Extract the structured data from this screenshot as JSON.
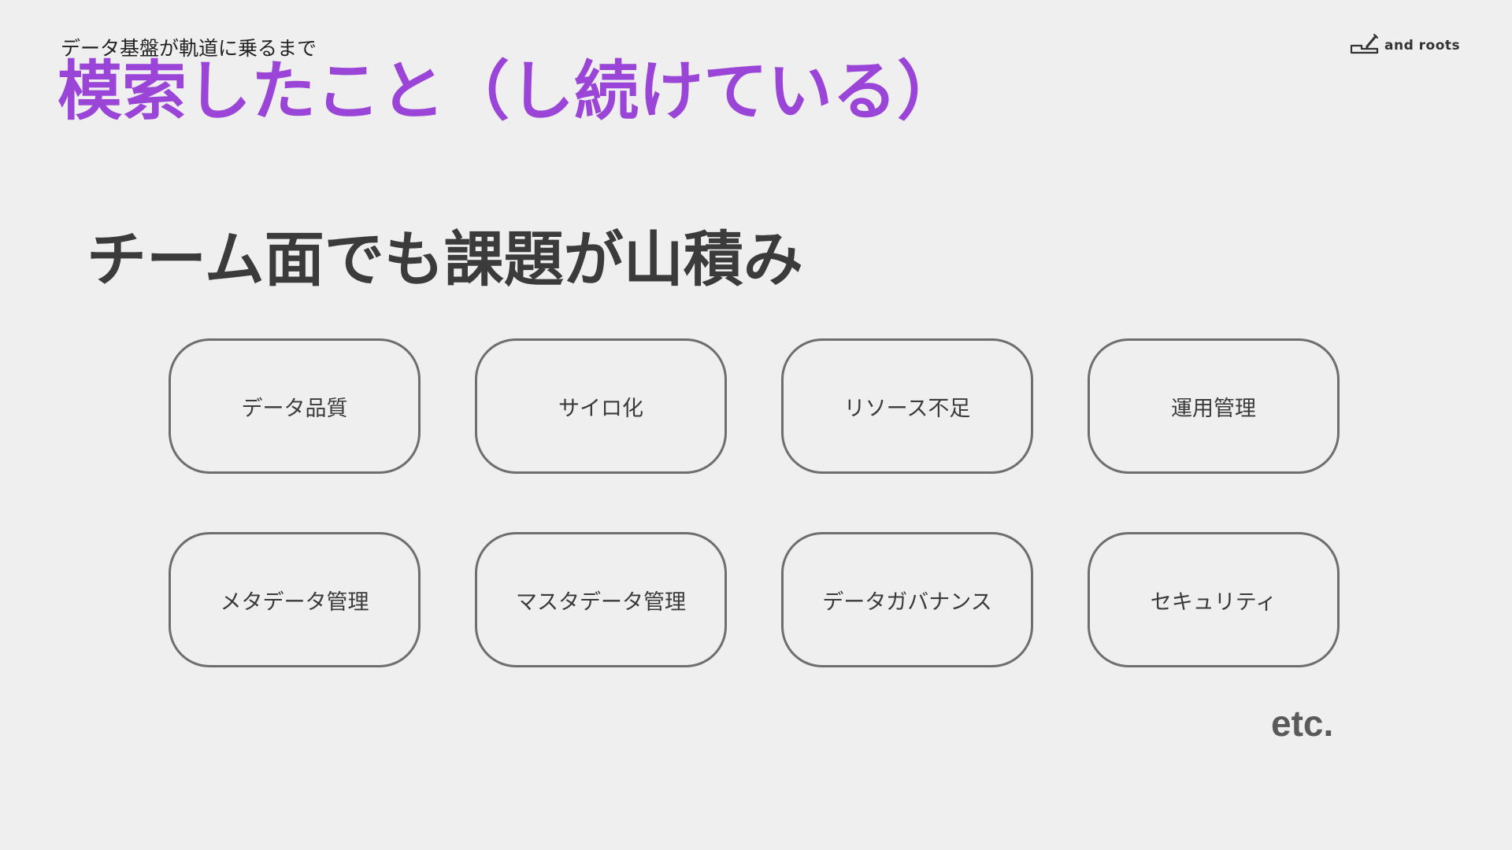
{
  "slide": {
    "breadcrumb": "データ基盤が軌道に乗るまで",
    "title": "模索したこと（し続けている）",
    "heading": "チーム面でも課題が山積み",
    "logo_text": "and roots",
    "logo_icon": "pen-on-tray-icon",
    "etc": "etc.",
    "accent_color": "#9b45d8"
  },
  "cards": [
    {
      "label": "データ品質"
    },
    {
      "label": "サイロ化"
    },
    {
      "label": "リソース不足"
    },
    {
      "label": "運用管理"
    },
    {
      "label": "メタデータ管理"
    },
    {
      "label": "マスタデータ管理"
    },
    {
      "label": "データガバナンス"
    },
    {
      "label": "セキュリティ"
    }
  ]
}
